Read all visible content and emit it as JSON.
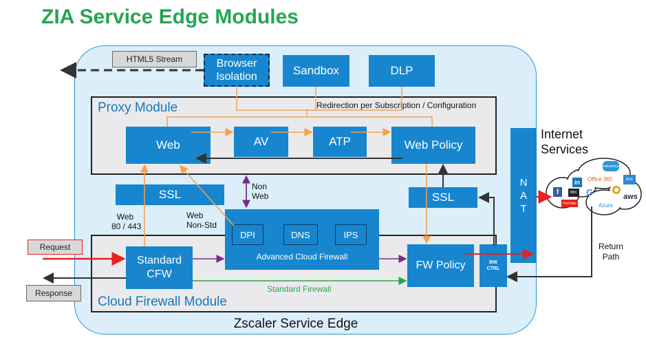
{
  "title": "ZIA Service Edge Modules",
  "service_edge": {
    "label": "Zscaler Service Edge"
  },
  "top_modules": {
    "browser_isolation": "Browser Isolation",
    "sandbox": "Sandbox",
    "dlp": "DLP"
  },
  "html5_stream": "HTML5 Stream",
  "proxy_module": {
    "label": "Proxy Module",
    "redirection": "Redirection per Subscription / Configuration",
    "web": "Web",
    "av": "AV",
    "atp": "ATP",
    "web_policy": "Web Policy"
  },
  "ssl_left": "SSL",
  "ssl_right": "SSL",
  "non_web": "Non\nWeb",
  "web_ports": "Web\n80 / 443",
  "web_non_std": "Web\nNon-Std",
  "advanced_cloud_firewall": {
    "label": "Advanced Cloud Firewall",
    "dpi": "DPI",
    "dns": "DNS",
    "ips": "IPS"
  },
  "cloud_firewall_module": {
    "label": "Cloud Firewall Module",
    "standard_cfw": "Standard CFW",
    "fw_policy": "FW Policy",
    "bw_ctrl": "BW CTRL",
    "standard_firewall": "Standard Firewall"
  },
  "nat": "N A T",
  "internet_services": "Internet Services",
  "return_path": "Return Path",
  "request": "Request",
  "response": "Response",
  "cloud_logos": [
    "salesforce",
    "in",
    "Office 365",
    "box",
    "f",
    "BBC",
    "G",
    "aws",
    "YouTube",
    "Azure"
  ],
  "colors": {
    "title": "#27a552",
    "box_blue": "#1786cf",
    "flow_orange": "#f5a24a",
    "request_red": "#e8201f",
    "purple": "#7a2a8e",
    "standard_green": "#2aa64a"
  }
}
